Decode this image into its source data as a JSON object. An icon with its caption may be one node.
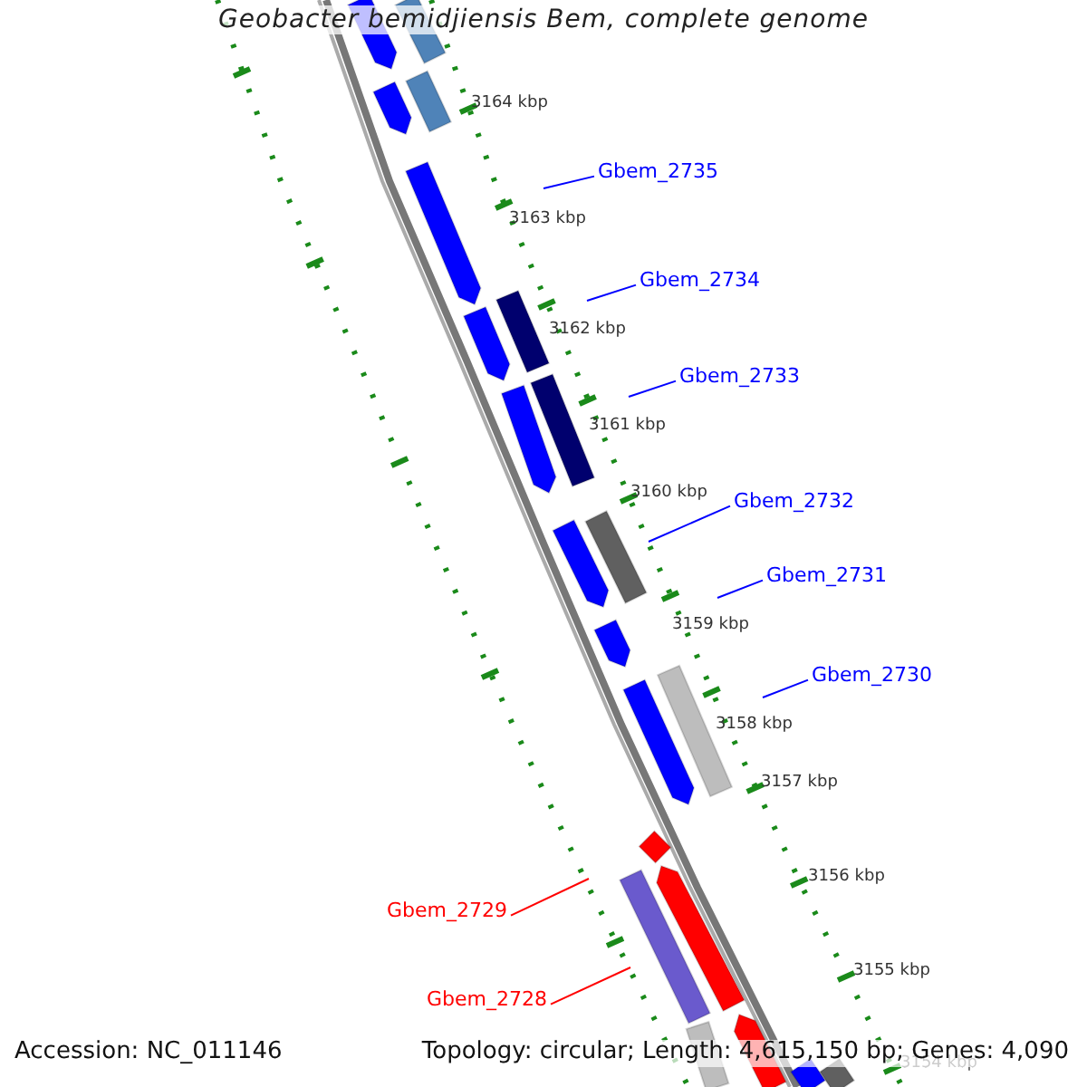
{
  "diagram": {
    "title": "Geobacter bemidjiensis Bem, complete genome",
    "nodes": [
      {
        "text": [
          "Gbem_2735"
        ]
      },
      {
        "text": [
          "Gbem_2734"
        ]
      },
      {
        "text": [
          "Gbem_2733"
        ]
      },
      {
        "text": [
          "Gbem_2732"
        ]
      },
      {
        "text": [
          "Gbem_2731"
        ]
      },
      {
        "text": [
          "Gbem_2730"
        ]
      },
      {
        "text": [
          "Gbem_2729"
        ]
      },
      {
        "text": [
          "Gbem_2728"
        ]
      }
    ],
    "edges": [
      {
        "from": 0,
        "to": null,
        "arrow": "none"
      },
      {
        "from": 1,
        "to": null,
        "arrow": "none"
      },
      {
        "from": 2,
        "to": null,
        "arrow": "none"
      },
      {
        "from": 3,
        "to": null,
        "arrow": "none"
      },
      {
        "from": 4,
        "to": null,
        "arrow": "none"
      },
      {
        "from": 5,
        "to": null,
        "arrow": "none"
      },
      {
        "from": 6,
        "to": null,
        "arrow": "none",
        "color": "#ff0000"
      },
      {
        "from": 7,
        "to": null,
        "arrow": "none",
        "color": "#ff0000"
      }
    ],
    "labels": [
      "3164 kbp",
      "3163 kbp",
      "3162 kbp",
      "3161 kbp",
      "3160 kbp",
      "3159 kbp",
      "3158 kbp",
      "3157 kbp",
      "3156 kbp",
      "3155 kbp",
      "3154 kbp",
      "Accession: NC_011146",
      "Topology: circular; Length: 4,615,150 bp; Genes: 4,090"
    ]
  }
}
